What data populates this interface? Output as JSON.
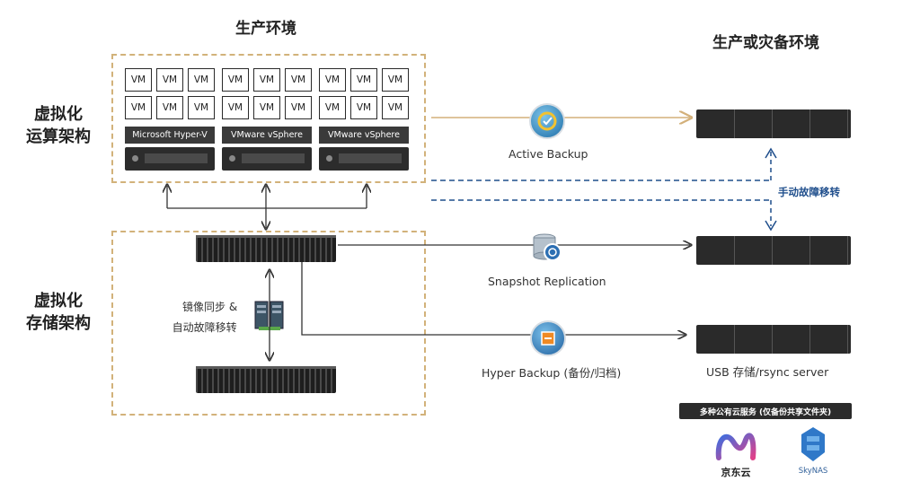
{
  "titles": {
    "production": "生产环境",
    "dr": "生产或灾备环境"
  },
  "side_labels": {
    "compute_line1": "虚拟化",
    "compute_line2": "运算架构",
    "storage_line1": "虚拟化",
    "storage_line2": "存储架构"
  },
  "vm_label": "VM",
  "hypervisors": [
    "Microsoft Hyper-V",
    "VMware vSphere",
    "VMware vSphere"
  ],
  "flows": {
    "active_backup": "Active Backup",
    "snapshot_replication": "Snapshot Replication",
    "hyper_backup": "Hyper Backup (备份/归档)"
  },
  "manual_failover": "手动故障移转",
  "mirror_line1": "镜像同步 &",
  "mirror_line2": "自动故障移转",
  "usb_server": "USB 存储/rsync server",
  "cloud_services": "多种公有云服务 (仅备份共享文件夹)",
  "providers": {
    "jd": "京东云",
    "skynas": "SkyNAS"
  },
  "colors": {
    "dashed_border": "#d2b27a",
    "gold_arrow": "#d3b07a",
    "failover_blue": "#1f4e8c",
    "dark_arrow": "#333333"
  },
  "icons": [
    "active-backup-icon",
    "snapshot-replication-icon",
    "hyper-backup-icon",
    "jd-cloud-logo",
    "skynas-logo"
  ]
}
